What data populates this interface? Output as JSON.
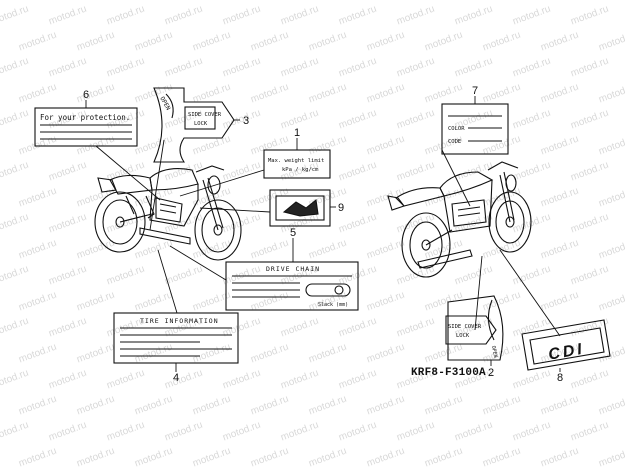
{
  "watermark": {
    "text": "motod.ru"
  },
  "diagram_code": "KRF8-F3100A",
  "callouts": [
    "1",
    "2",
    "3",
    "4",
    "5",
    "6",
    "7",
    "8",
    "9"
  ],
  "labels": {
    "protection": "For your protection.",
    "max_weight_line1": "Max. weight limit",
    "max_weight_line2": "kPa / kg/cm",
    "drive_chain": "DRIVE CHAIN",
    "tire_info": "TIRE INFORMATION",
    "color": "COLOR",
    "code": "CODE",
    "side_cover_lock_a": "SIDE COVER",
    "side_cover_lock_b": "LOCK",
    "open": "OPEN",
    "cdi": "CDI",
    "chain_note": "Slack (mm)"
  }
}
